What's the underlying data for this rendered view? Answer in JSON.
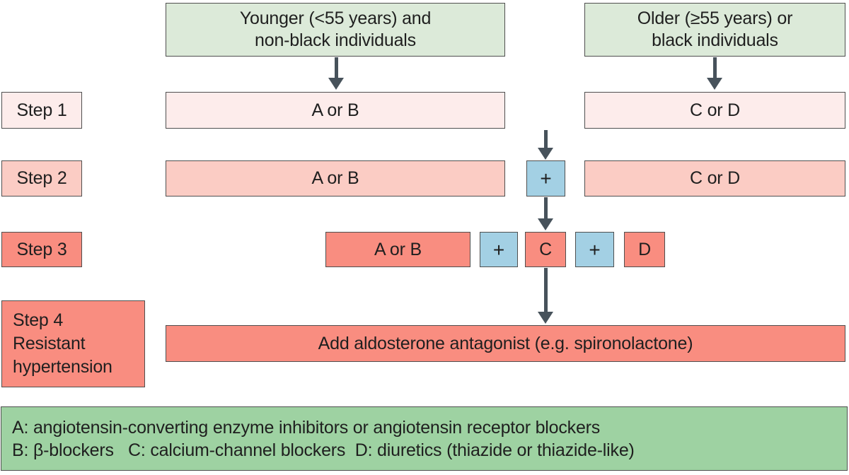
{
  "palette": {
    "pale_green": "#dcead9",
    "pale_pink": "#fdeceb",
    "light_salmon": "#fbccc4",
    "salmon": "#f98d80",
    "blue": "#a3d0e4",
    "legend_green": "#9ed2a2",
    "border": "#4f4f4f",
    "arrow": "#47525b",
    "text": "#1f1f1f"
  },
  "headers": {
    "younger": {
      "line1": "Younger (<55 years) and",
      "line2": "non-black individuals"
    },
    "older": {
      "line1": "Older (≥55 years) or",
      "line2": "black individuals"
    }
  },
  "step1": {
    "label": "Step 1",
    "left_box": "A or B",
    "right_box": "C or D"
  },
  "step2": {
    "label": "Step 2",
    "left_box": "A or B",
    "plus": "+",
    "right_box": "C or D"
  },
  "step3": {
    "label": "Step 3",
    "boxes": [
      "A or B",
      "+",
      "C",
      "+",
      "D"
    ]
  },
  "step4": {
    "label_lines": [
      "Step 4",
      "Resistant",
      "hypertension"
    ],
    "bar": "Add aldosterone antagonist (e.g. spironolactone)"
  },
  "legend": {
    "line1": "A: angiotensin-converting enzyme inhibitors or angiotensin receptor blockers",
    "line2": "B: β-blockers   C: calcium-channel blockers  D: diuretics (thiazide or thiazide-like)"
  }
}
